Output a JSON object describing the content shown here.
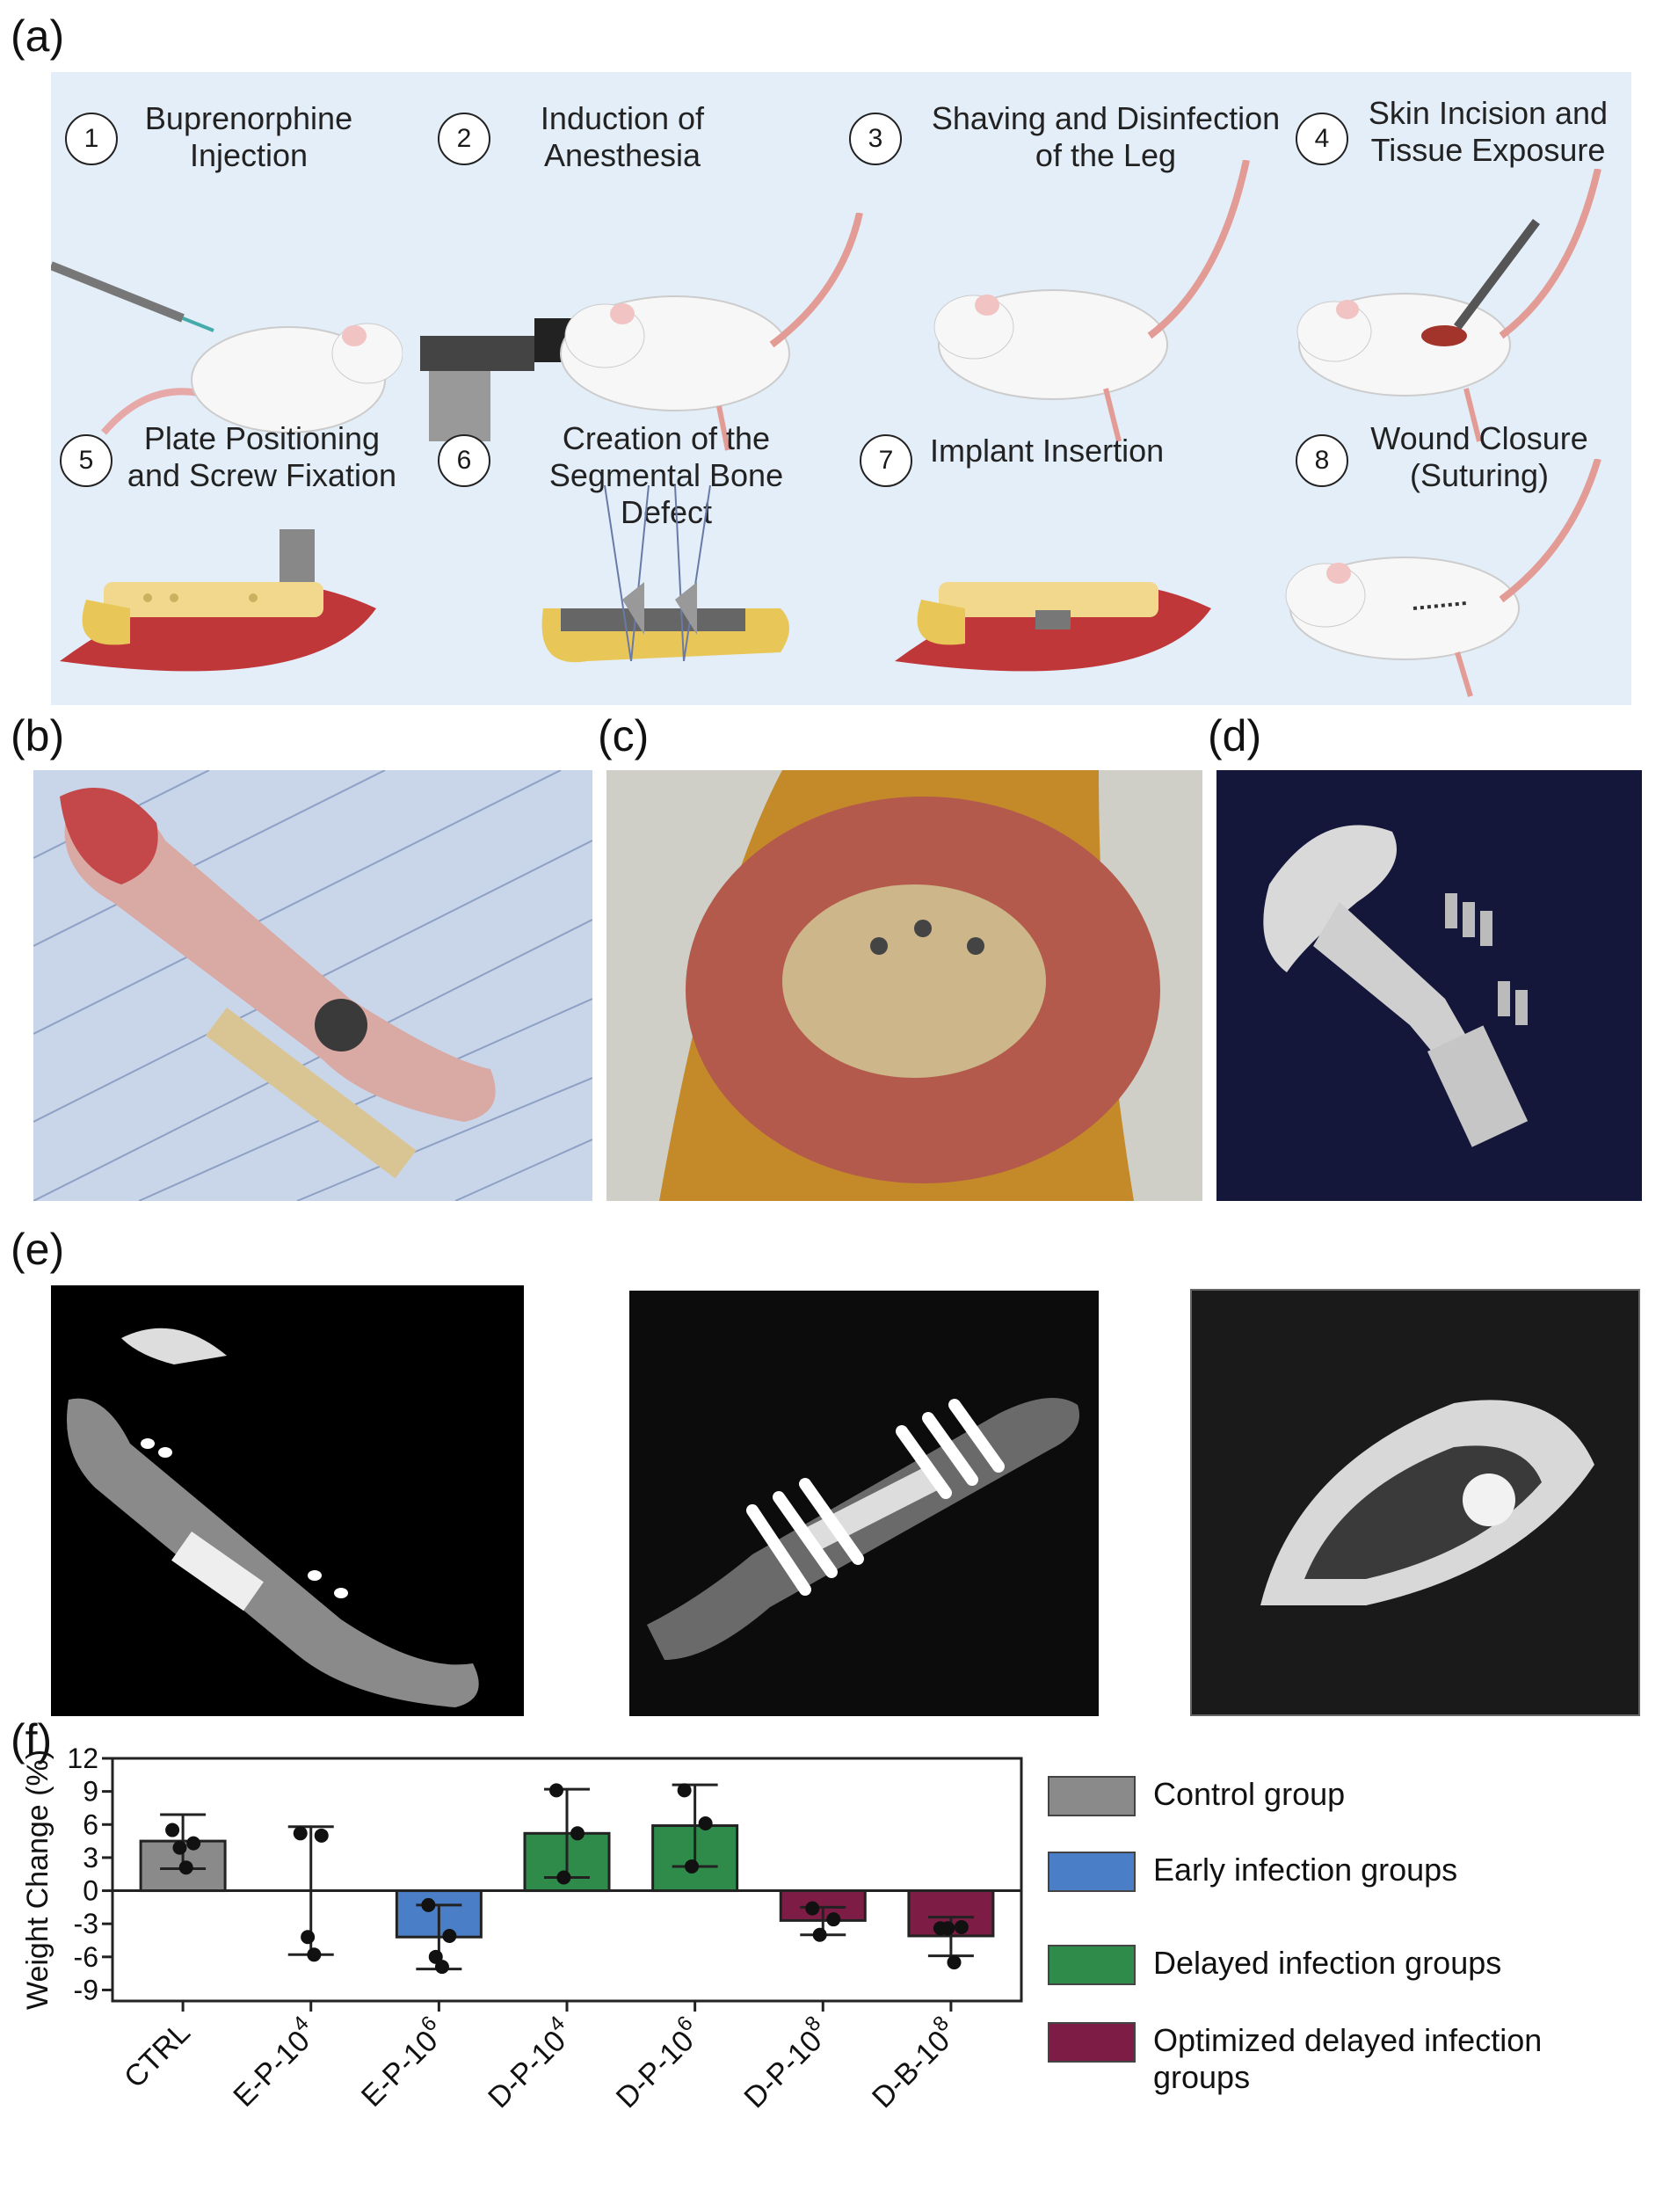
{
  "panel_labels": {
    "a": "(a)",
    "b": "(b)",
    "c": "(c)",
    "d": "(d)",
    "e": "(e)",
    "f": "(f)"
  },
  "steps": [
    {
      "num": "1",
      "text": "Buprenorphine\nInjection"
    },
    {
      "num": "2",
      "text": "Induction of\nAnesthesia"
    },
    {
      "num": "3",
      "text": "Shaving and Disinfection\nof the Leg"
    },
    {
      "num": "4",
      "text": "Skin Incision and\nTissue Exposure"
    },
    {
      "num": "5",
      "text": "Plate Positioning\nand Screw Fixation"
    },
    {
      "num": "6",
      "text": "Creation of the\nSegmental Bone Defect"
    },
    {
      "num": "7",
      "text": "Implant Insertion"
    },
    {
      "num": "8",
      "text": "Wound Closure\n(Suturing)"
    }
  ],
  "colors": {
    "panel_bg": "#e3eef8",
    "control": "#8a8a8a",
    "early": "#4a7fc7",
    "delayed": "#2e8b4a",
    "optimized": "#7d1d45"
  },
  "chart_data": {
    "type": "bar",
    "ylabel": "Weight Change (%)",
    "ylim": [
      -10,
      12
    ],
    "yticks": [
      12,
      9,
      6,
      3,
      0,
      -3,
      -6,
      -9
    ],
    "categories": [
      {
        "base": "CTRL",
        "sup": ""
      },
      {
        "base": "E-P-10",
        "sup": "4"
      },
      {
        "base": "E-P-10",
        "sup": "6"
      },
      {
        "base": "D-P-10",
        "sup": "4"
      },
      {
        "base": "D-P-10",
        "sup": "6"
      },
      {
        "base": "D-P-10",
        "sup": "8"
      },
      {
        "base": "D-B-10",
        "sup": "8"
      }
    ],
    "values": [
      4.5,
      0,
      -4.2,
      5.2,
      5.9,
      -2.7,
      -4.1
    ],
    "error_low": [
      2.0,
      -5.8,
      -7.1,
      1.2,
      2.2,
      -4.0,
      -5.9
    ],
    "error_high": [
      6.9,
      5.8,
      -1.3,
      9.2,
      9.6,
      -1.5,
      -2.4
    ],
    "points": [
      [
        5.5,
        4.3,
        3.9,
        2.1
      ],
      [
        5.2,
        5.0,
        -4.2,
        -5.8
      ],
      [
        -1.3,
        -4.1,
        -6.0,
        -6.9
      ],
      [
        9.1,
        5.2,
        1.2
      ],
      [
        9.1,
        6.1,
        2.2
      ],
      [
        -1.6,
        -2.6,
        -4.0
      ],
      [
        -3.4,
        -3.3,
        -3.4,
        -6.5
      ]
    ],
    "bar_groups": [
      "control",
      "early",
      "early",
      "delayed",
      "delayed",
      "optimized",
      "optimized"
    ],
    "legend": [
      {
        "label": "Control group",
        "group": "control"
      },
      {
        "label": "Early infection groups",
        "group": "early"
      },
      {
        "label": "Delayed infection groups",
        "group": "delayed"
      },
      {
        "label": "Optimized delayed infection groups",
        "group": "optimized"
      }
    ],
    "legend_position": "right",
    "grid": false
  }
}
